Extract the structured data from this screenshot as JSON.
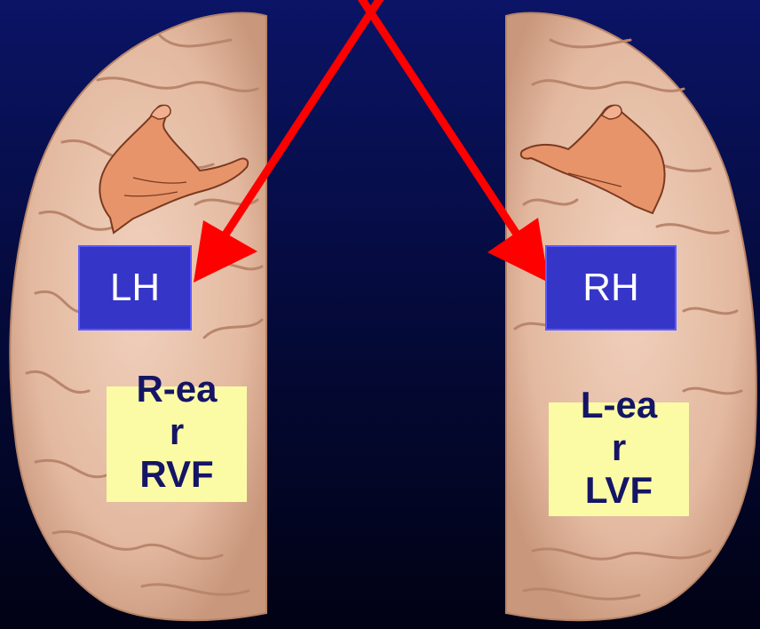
{
  "colors": {
    "background_top": "#0b1466",
    "background_bottom": "#010214",
    "arrow": "#ff0000",
    "hemisphere_label_fill": "#3535c8",
    "note_fill": "#fbfba6",
    "note_text": "#151566",
    "brain": "#e9c2ab",
    "hand": "#e8946a"
  },
  "left_hemisphere": {
    "label": "LH",
    "note_lines": [
      "R-ea",
      "r",
      "RVF"
    ],
    "icon": "hand-icon"
  },
  "right_hemisphere": {
    "label": "RH",
    "note_lines": [
      "L-ea",
      "r",
      "LVF"
    ],
    "icon": "hand-icon"
  }
}
